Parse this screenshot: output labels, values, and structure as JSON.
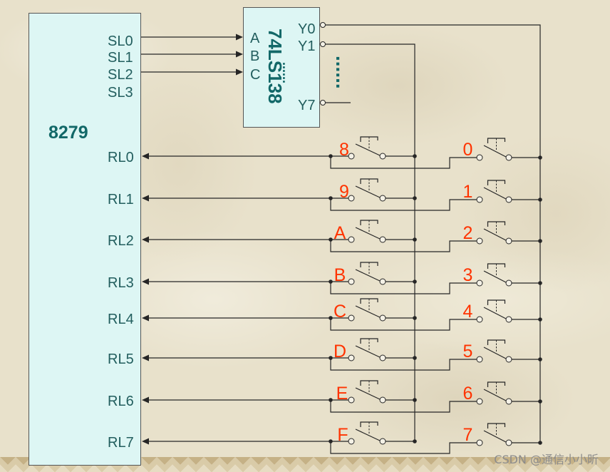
{
  "chip_8279": {
    "name": "8279",
    "scan_lines": [
      "SL0",
      "SL1",
      "SL2",
      "SL3"
    ],
    "return_lines": [
      "RL0",
      "RL1",
      "RL2",
      "RL3",
      "RL4",
      "RL5",
      "RL6",
      "RL7"
    ]
  },
  "decoder_74ls138": {
    "name": "74LS138",
    "inputs": [
      "A",
      "B",
      "C"
    ],
    "outputs": [
      "Y0",
      "Y1",
      "Y7"
    ],
    "ellipsis": "......"
  },
  "keys": {
    "y1_column": [
      "8",
      "9",
      "A",
      "B",
      "C",
      "D",
      "E",
      "F"
    ],
    "y0_column": [
      "0",
      "1",
      "2",
      "3",
      "4",
      "5",
      "6",
      "7"
    ]
  },
  "watermark": "CSDN @通信小小昕",
  "colors": {
    "chip_fill": "#ddf6f4",
    "chip_outline": "#555555",
    "pin_label": "#225e5e",
    "chip_name": "#126868",
    "key_label": "#ff3300",
    "wire": "#262626",
    "terminal_fill": "#f4f1e6",
    "watermark": "#8c8c8c"
  }
}
